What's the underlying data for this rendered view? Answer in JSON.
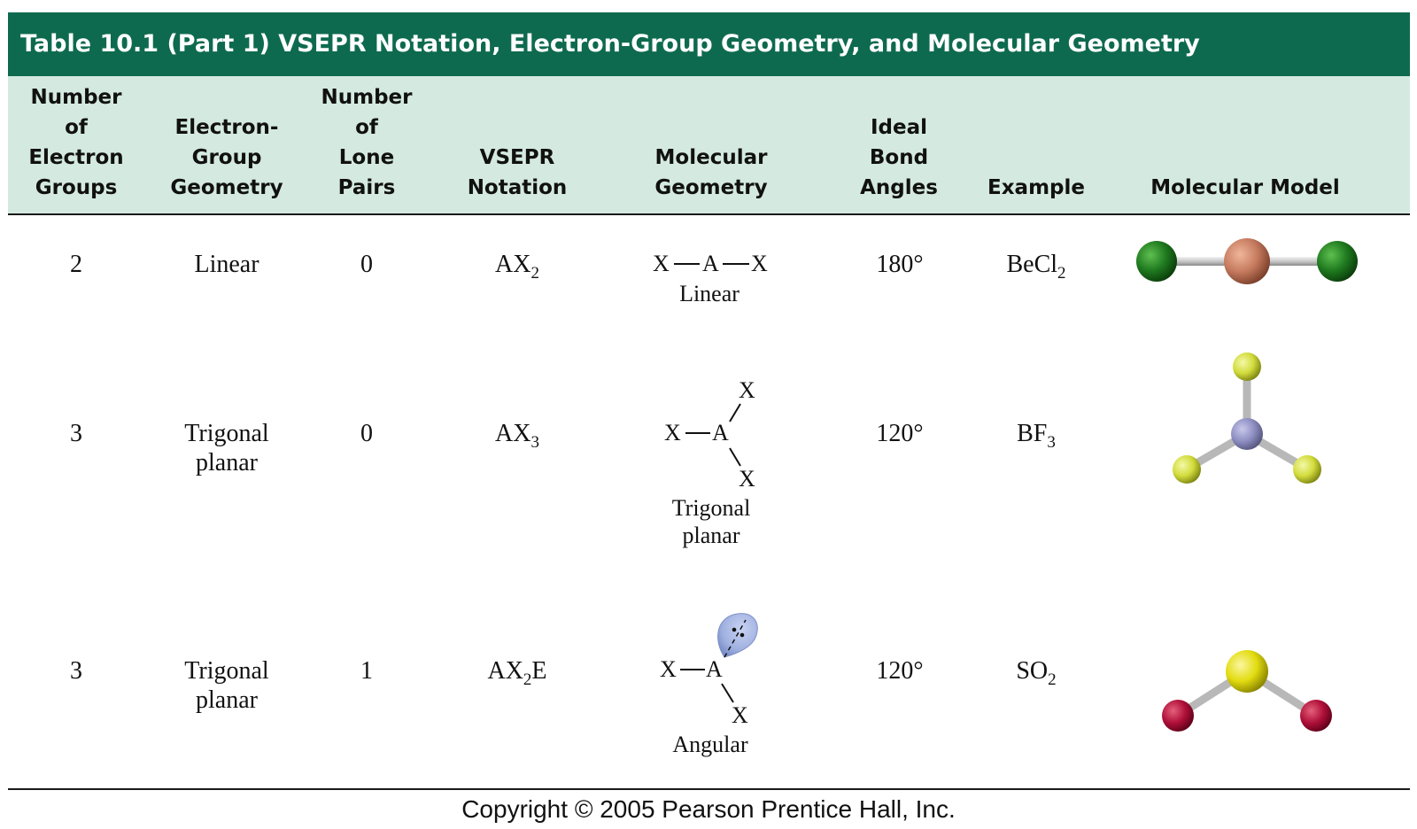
{
  "title": "Table 10.1 (Part 1)   VSEPR Notation, Electron-Group Geometry, and Molecular Geometry",
  "headers": {
    "electron_groups": [
      "Number",
      "of",
      "Electron",
      "Groups"
    ],
    "electron_geometry": [
      "Electron-",
      "Group",
      "Geometry"
    ],
    "lone_pairs": [
      "Number",
      "of",
      "Lone",
      "Pairs"
    ],
    "vsepr": [
      "VSEPR",
      "Notation"
    ],
    "molecular_geometry": [
      "Molecular",
      "Geometry"
    ],
    "bond_angles": [
      "Ideal",
      "Bond",
      "Angles"
    ],
    "example": [
      "Example"
    ],
    "model": [
      "Molecular Model"
    ]
  },
  "rows": [
    {
      "electron_groups": "2",
      "electron_geometry": [
        "Linear"
      ],
      "lone_pairs": "0",
      "vsepr": {
        "base": "AX",
        "sub": "2",
        "suffix": ""
      },
      "diagram": {
        "X": "X",
        "A": "A",
        "caption": [
          "Linear"
        ]
      },
      "bond_angle": "180°",
      "example": {
        "base": "BeCl",
        "sub": "2"
      },
      "model": {
        "central_color": "#c57a5e",
        "outer_color": "#1f7a1f"
      }
    },
    {
      "electron_groups": "3",
      "electron_geometry": [
        "Trigonal",
        "planar"
      ],
      "lone_pairs": "0",
      "vsepr": {
        "base": "AX",
        "sub": "3",
        "suffix": ""
      },
      "diagram": {
        "X": "X",
        "A": "A",
        "caption": [
          "Trigonal",
          "planar"
        ]
      },
      "bond_angle": "120°",
      "example": {
        "base": "BF",
        "sub": "3"
      },
      "model": {
        "central_color": "#8e8ec2",
        "outer_color": "#d8e04a"
      }
    },
    {
      "electron_groups": "3",
      "electron_geometry": [
        "Trigonal",
        "planar"
      ],
      "lone_pairs": "1",
      "vsepr": {
        "base": "AX",
        "sub": "2",
        "suffix": "E"
      },
      "diagram": {
        "X": "X",
        "A": "A",
        "caption": [
          "Angular"
        ]
      },
      "bond_angle": "120°",
      "example": {
        "base": "SO",
        "sub": "2"
      },
      "model": {
        "central_color": "#e2dc10",
        "outer_color": "#b0103a"
      }
    }
  ],
  "copyright": "Copyright © 2005 Pearson Prentice Hall, Inc.",
  "colors": {
    "title_bg": "#0e6a4f",
    "header_bg": "#d4eae0",
    "lone_pair_lobe": "#9fb0e0"
  }
}
